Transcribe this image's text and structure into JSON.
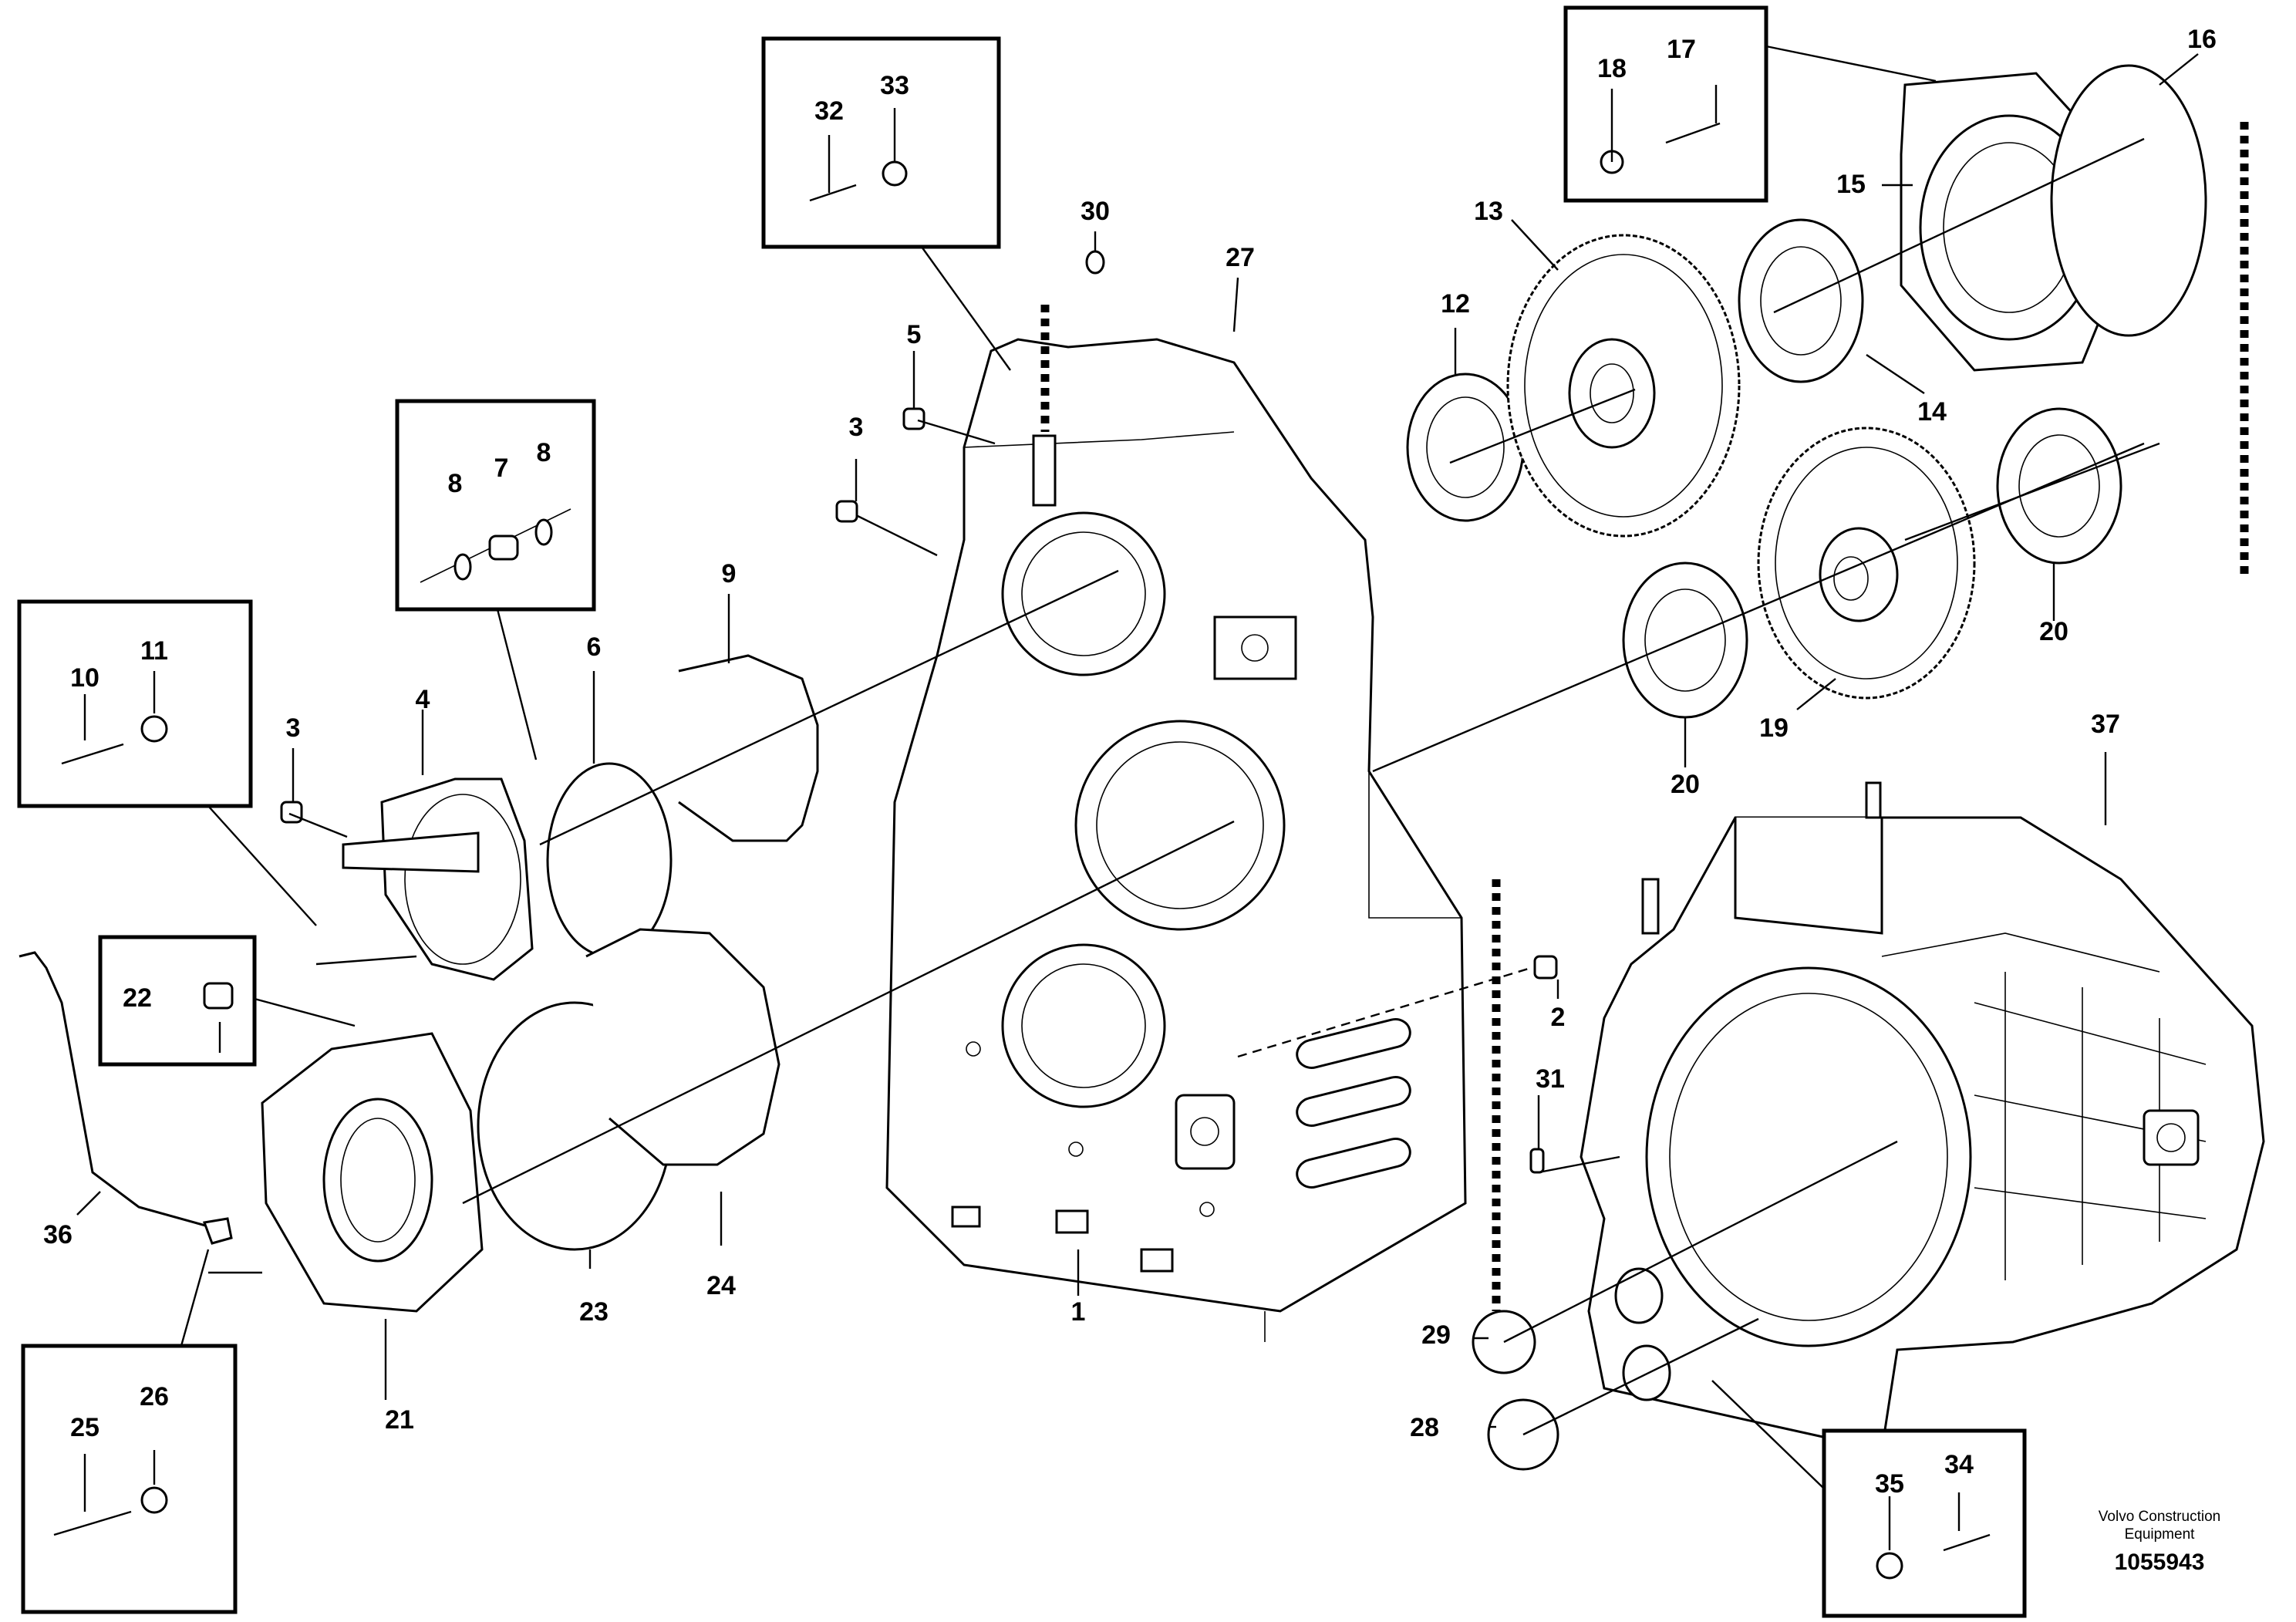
{
  "labels": {
    "l1": "1",
    "l2": "2",
    "l3a": "3",
    "l3b": "3",
    "l4": "4",
    "l5": "5",
    "l6": "6",
    "l7": "7",
    "l8a": "8",
    "l8b": "8",
    "l9": "9",
    "l10": "10",
    "l11": "11",
    "l12": "12",
    "l13": "13",
    "l14": "14",
    "l15": "15",
    "l16": "16",
    "l17": "17",
    "l18": "18",
    "l19": "19",
    "l20a": "20",
    "l20b": "20",
    "l21": "21",
    "l22": "22",
    "l23": "23",
    "l24": "24",
    "l25": "25",
    "l26": "26",
    "l27": "27",
    "l28": "28",
    "l29": "29",
    "l30": "30",
    "l31": "31",
    "l32": "32",
    "l33": "33",
    "l34": "34",
    "l35": "35",
    "l36": "36",
    "l37": "37"
  },
  "credit": {
    "line1": "Volvo Construction",
    "line2": "Equipment",
    "number": "1055943"
  }
}
